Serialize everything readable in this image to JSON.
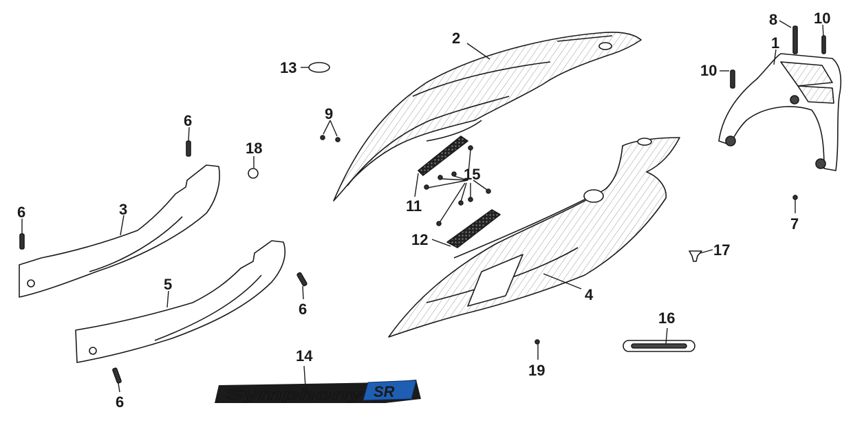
{
  "diagram": {
    "callouts": [
      {
        "id": "c1",
        "label": "1"
      },
      {
        "id": "c2",
        "label": "2"
      },
      {
        "id": "c3",
        "label": "3"
      },
      {
        "id": "c4",
        "label": "4"
      },
      {
        "id": "c5",
        "label": "5"
      },
      {
        "id": "c6a",
        "label": "6"
      },
      {
        "id": "c6b",
        "label": "6"
      },
      {
        "id": "c6c",
        "label": "6"
      },
      {
        "id": "c6d",
        "label": "6"
      },
      {
        "id": "c7",
        "label": "7"
      },
      {
        "id": "c8",
        "label": "8"
      },
      {
        "id": "c9",
        "label": "9"
      },
      {
        "id": "c10a",
        "label": "10"
      },
      {
        "id": "c10b",
        "label": "10"
      },
      {
        "id": "c11",
        "label": "11"
      },
      {
        "id": "c12",
        "label": "12"
      },
      {
        "id": "c13",
        "label": "13"
      },
      {
        "id": "c14",
        "label": "14"
      },
      {
        "id": "c15",
        "label": "15"
      },
      {
        "id": "c16",
        "label": "16"
      },
      {
        "id": "c17",
        "label": "17"
      },
      {
        "id": "c18",
        "label": "18"
      },
      {
        "id": "c19",
        "label": "19"
      }
    ],
    "logo": {
      "word": "Symphony",
      "badge": "SR"
    },
    "colors": {
      "line": "#1a1a1a",
      "part_fill": "#ffffff",
      "logo_blue": "#1e5fb4"
    }
  }
}
